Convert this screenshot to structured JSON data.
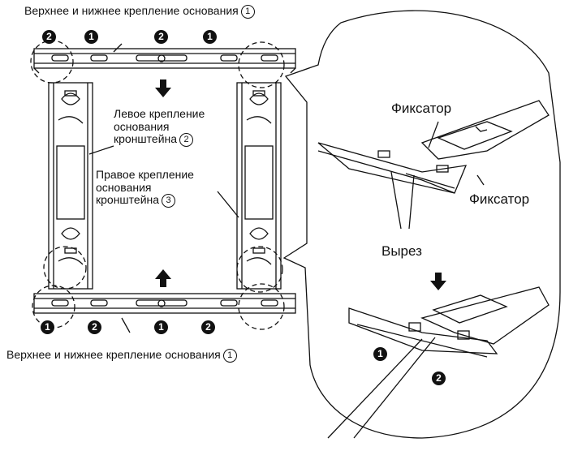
{
  "labels": {
    "top_mount": "Верхнее и нижнее крепление основания",
    "bottom_mount": "Верхнее и нижнее крепление основания",
    "left_mount": [
      "Левое крепление",
      "основания",
      "кронштейна"
    ],
    "right_mount": [
      "Правое крепление",
      "основания",
      "кронштейна"
    ],
    "latch_top": "Фиксатор",
    "latch_right": "Фиксатор",
    "cutout": "Вырез"
  },
  "numbers": {
    "one": "1",
    "two": "2",
    "three": "3"
  },
  "badges": {
    "top_row": [
      "2",
      "1",
      "2",
      "1"
    ],
    "bottom_row": [
      "1",
      "2",
      "1",
      "2"
    ],
    "detail": [
      "1",
      "2"
    ]
  },
  "colors": {
    "line": "#111111",
    "background": "#ffffff",
    "badge": "#111111"
  }
}
